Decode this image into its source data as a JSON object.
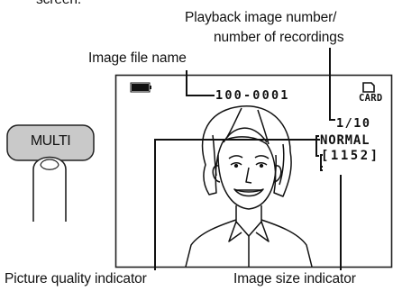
{
  "top_fragment": "screen.",
  "callouts": {
    "playback_number_line1": "Playback image number/",
    "playback_number_line2": "number of recordings",
    "file_name": "Image file name",
    "quality": "Picture quality indicator",
    "size": "Image size indicator"
  },
  "button": {
    "label": "MULTI"
  },
  "lcd": {
    "file_number": "100-0001",
    "card_label": "CARD",
    "frame_counter": "1/10",
    "quality_mode": "NORMAL",
    "image_size": "[1152]"
  }
}
